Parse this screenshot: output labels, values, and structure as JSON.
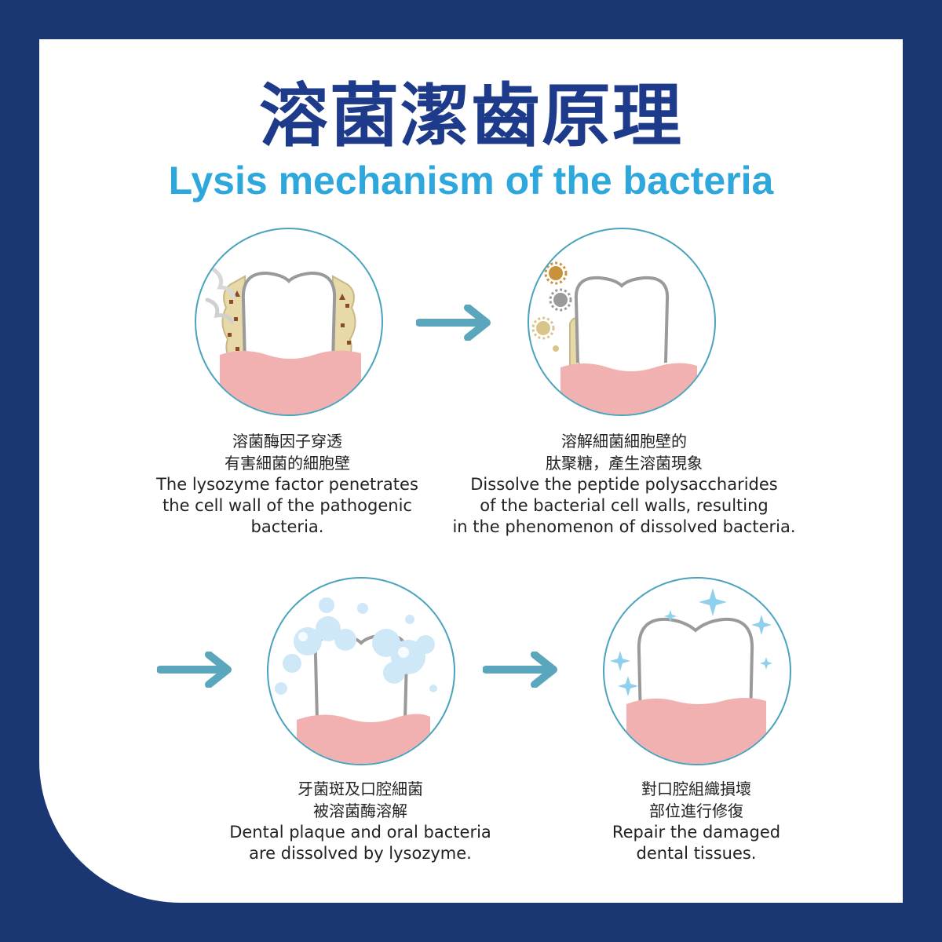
{
  "title": {
    "zh": "溶菌潔齒原理",
    "en": "Lysis mechanism of the bacteria"
  },
  "steps": [
    {
      "zh": [
        "溶菌酶因子穿透",
        "有害細菌的細胞壁"
      ],
      "en": [
        "The lysozyme factor penetrates",
        "the cell wall of the pathogenic",
        "bacteria."
      ]
    },
    {
      "zh": [
        "溶解細菌細胞壁的",
        "肽聚糖，產生溶菌現象"
      ],
      "en": [
        "Dissolve the peptide polysaccharides",
        "of the bacterial cell walls, resulting",
        "in the phenomenon of dissolved bacteria."
      ]
    },
    {
      "zh": [
        "牙菌斑及口腔細菌",
        "被溶菌酶溶解"
      ],
      "en": [
        "Dental plaque and oral bacteria",
        "are dissolved by lysozyme."
      ]
    },
    {
      "zh": [
        "對口腔組織損壞",
        "部位進行修復"
      ],
      "en": [
        "Repair the damaged",
        "dental tissues."
      ]
    }
  ],
  "colors": {
    "background": "#1a3773",
    "title_zh": "#1d3b8a",
    "title_en": "#2ea7dc",
    "arrow": "#5aa7bd",
    "gum": "#f2b1b1",
    "tooth_outline": "#9a9a9a",
    "plaque": "#e8d9a8",
    "bubble": "#cfe8f7",
    "sparkle": "#8fd0ee"
  }
}
